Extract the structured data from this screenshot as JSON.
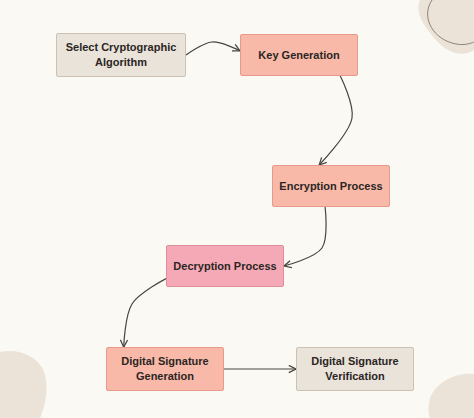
{
  "diagram": {
    "nodes": [
      {
        "text": [
          "Select Cryptographic Algorithm"
        ]
      },
      {
        "text": [
          "Key Generation"
        ]
      },
      {
        "text": [
          "Encryption Process"
        ]
      },
      {
        "text": [
          "Decryption Process"
        ]
      },
      {
        "text": [
          "Digital Signature Generation"
        ]
      },
      {
        "text": [
          "Digital Signature Verification"
        ]
      }
    ],
    "edges": [
      {
        "from": 0,
        "to": 1,
        "arrow": "to"
      },
      {
        "from": 1,
        "to": 2,
        "arrow": "to"
      },
      {
        "from": 2,
        "to": 3,
        "arrow": "to"
      },
      {
        "from": 3,
        "to": 4,
        "arrow": "to"
      },
      {
        "from": 4,
        "to": 5,
        "arrow": "to"
      }
    ]
  }
}
